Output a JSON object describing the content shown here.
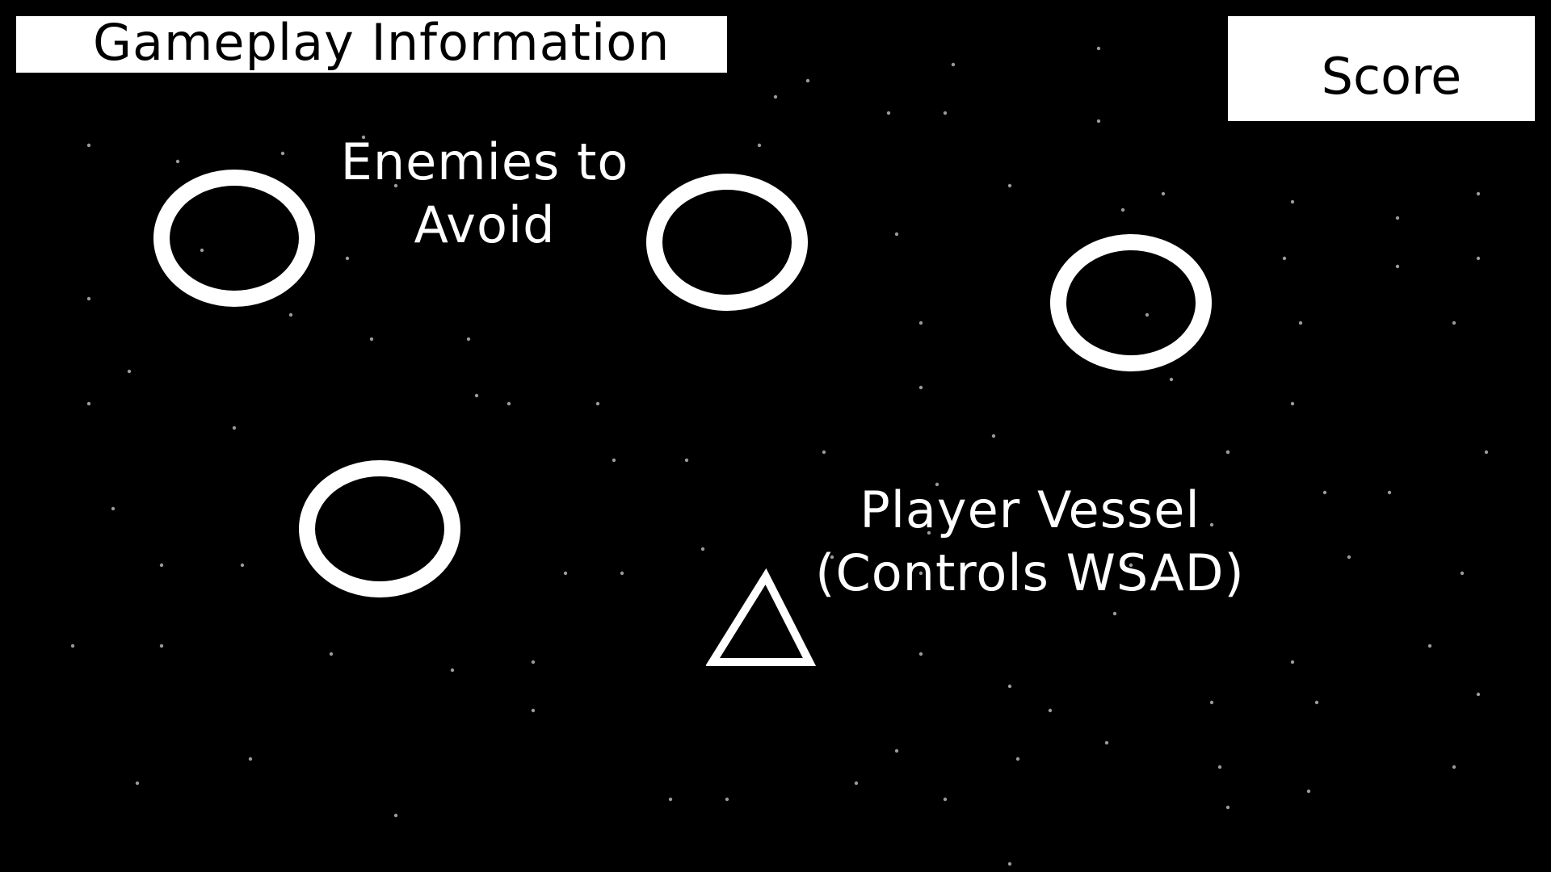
{
  "hud": {
    "info_banner": "Gameplay Information",
    "score_label": "Score"
  },
  "labels": {
    "enemies": [
      "Enemies to",
      "Avoid"
    ],
    "player": [
      "Player Vessel",
      "(Controls WSAD)"
    ]
  },
  "entities": {
    "enemy_count": 4,
    "player_shape": "triangle-outline",
    "enemy_shape": "circle-outline"
  },
  "colors": {
    "background": "#000000",
    "foreground": "#ffffff",
    "star": "#9a9a9a"
  }
}
